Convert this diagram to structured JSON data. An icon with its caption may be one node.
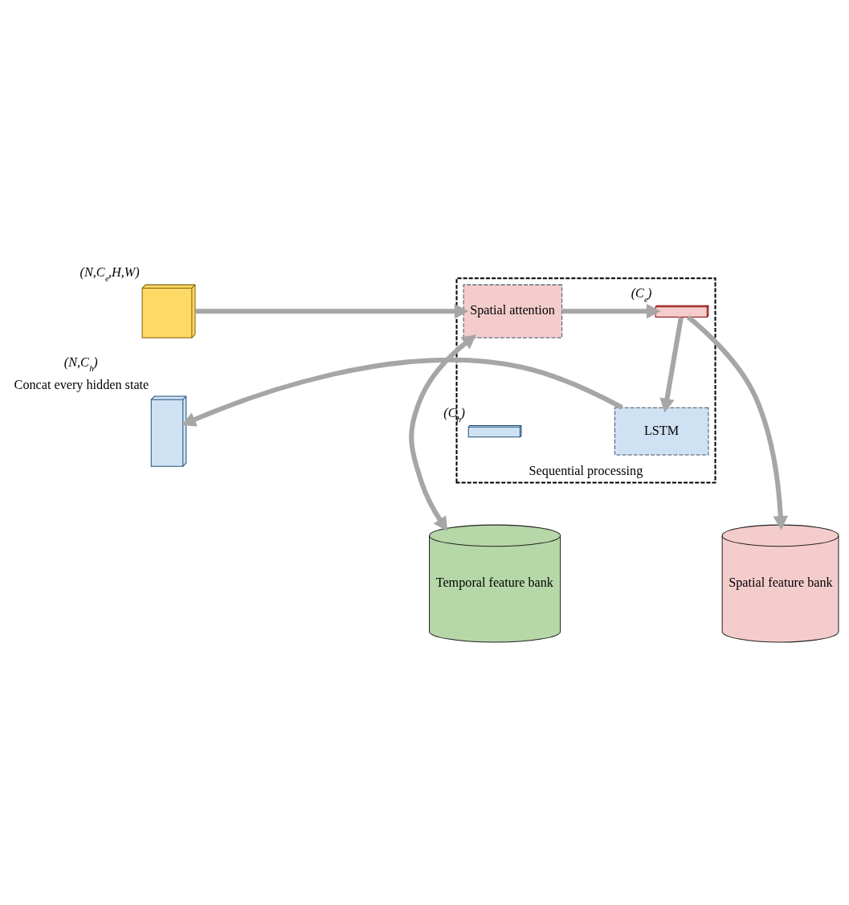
{
  "diagram": {
    "nodes": [
      {
        "text": [],
        "shape": "picture",
        "beside": [
          "(N,C$_{e}$,H,W)"
        ]
      },
      {
        "text": [
          "Sequential processing"
        ]
      },
      {
        "text": [
          "Spatial attention"
        ],
        "in": 1
      },
      {
        "text": [],
        "shape": "picture",
        "in": 1,
        "beside": [
          "(C$_{e}$)"
        ]
      },
      {
        "text": [],
        "shape": "picture",
        "in": 1,
        "beside": [
          "(C$_{h}$)"
        ]
      },
      {
        "text": [
          "LSTM"
        ],
        "in": 1
      },
      {
        "text": [],
        "shape": "picture",
        "beside": [
          "(N,C$_{h}$)",
          "Concat every hidden state"
        ]
      },
      {
        "text": [
          "Temporal feature bank"
        ]
      },
      {
        "text": [
          "Spatial feature bank"
        ]
      }
    ],
    "edges": [
      {
        "from": 0,
        "to": 2,
        "arrow": "to"
      },
      {
        "from": 2,
        "to": 3,
        "arrow": "to"
      },
      {
        "from": 3,
        "to": 5,
        "arrow": "to"
      },
      {
        "from": 5,
        "to": 6,
        "arrow": "to"
      },
      {
        "from": 3,
        "to": 8,
        "arrow": "to"
      },
      {
        "from": 7,
        "to": 2,
        "arrow": "both"
      }
    ]
  }
}
